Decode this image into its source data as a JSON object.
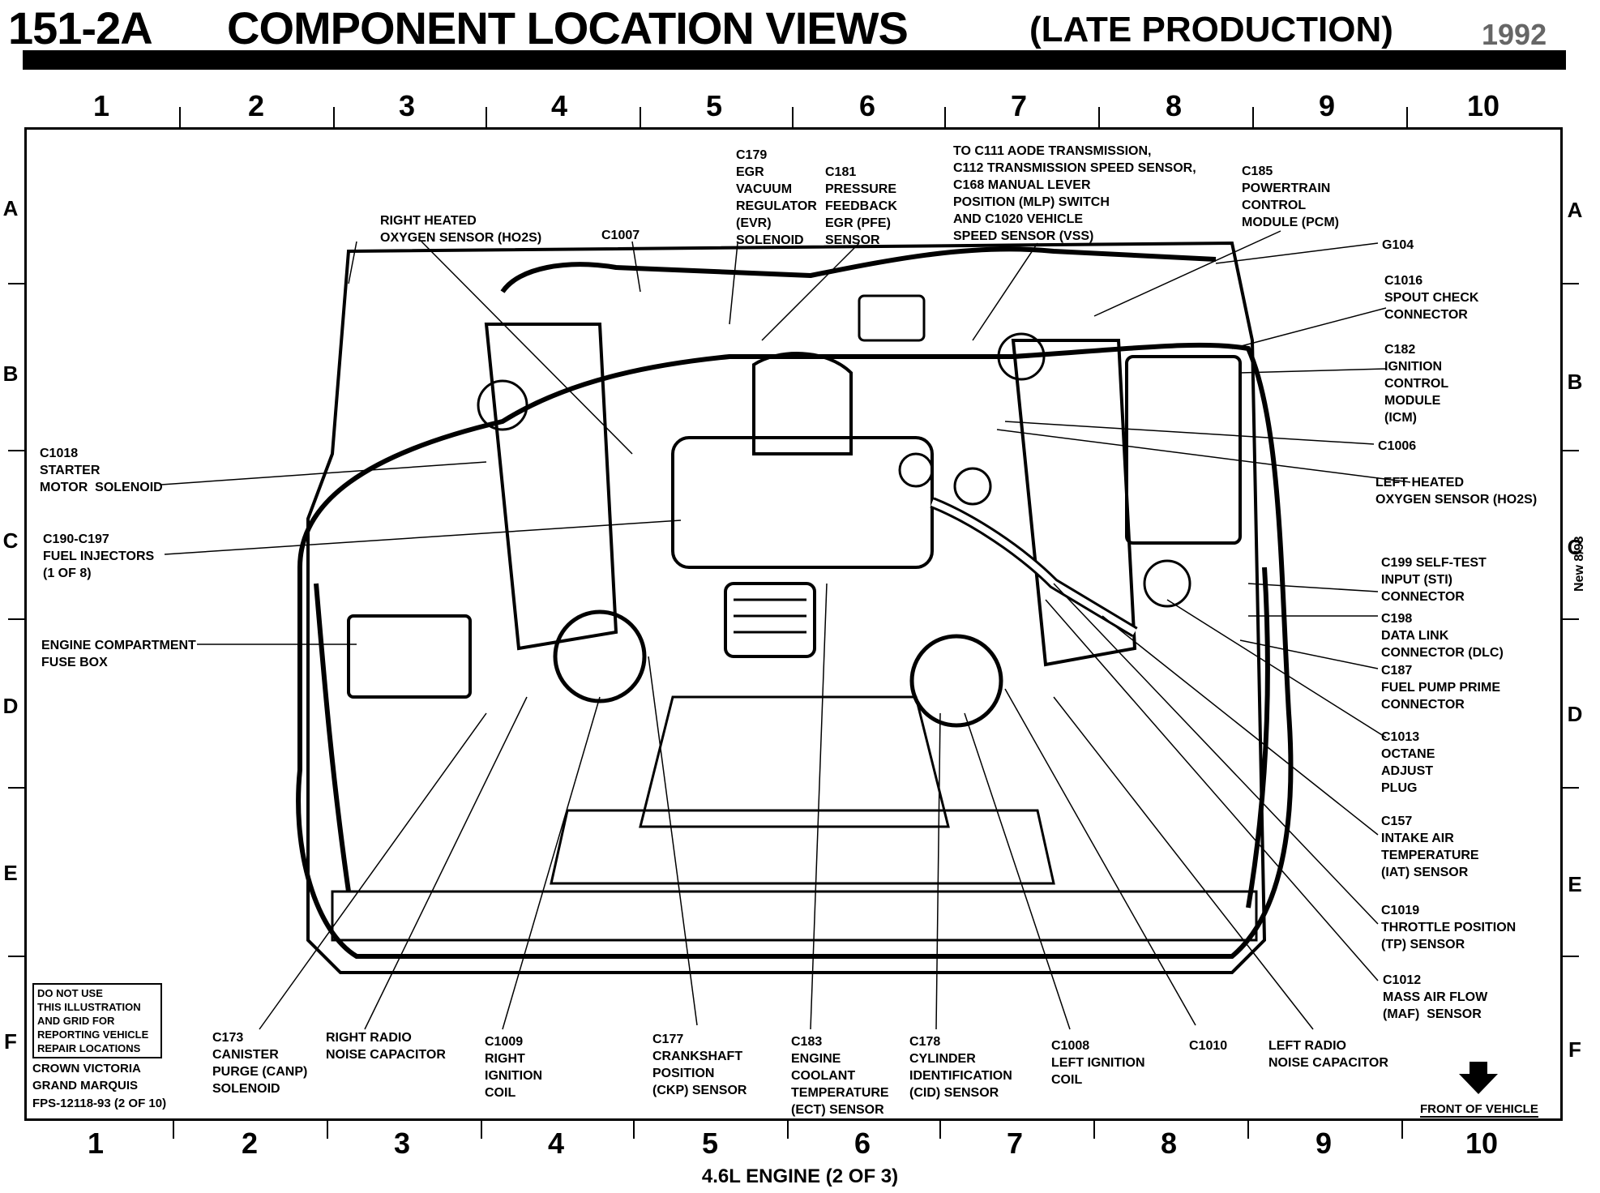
{
  "header": {
    "code": "151-2A",
    "title": "COMPONENT LOCATION VIEWS",
    "subtitle": "(LATE PRODUCTION)",
    "year": "1992"
  },
  "grid": {
    "columns": [
      "1",
      "2",
      "3",
      "4",
      "5",
      "6",
      "7",
      "8",
      "9",
      "10"
    ],
    "rows": [
      "A",
      "B",
      "C",
      "D",
      "E",
      "F"
    ]
  },
  "labels": {
    "c179": "C179\nEGR\nVACUUM\nREGULATOR\n(EVR)\nSOLENOID",
    "c181": "C181\nPRESSURE\nFEEDBACK\nEGR (PFE)\nSENSOR",
    "to_c111": "TO C111 AODE TRANSMISSION,\nC112 TRANSMISSION SPEED SENSOR,\nC168 MANUAL LEVER\nPOSITION (MLP) SWITCH\nAND C1020 VEHICLE\nSPEED SENSOR (VSS)",
    "c185": "C185\nPOWERTRAIN\nCONTROL\nMODULE (PCM)",
    "right_ho2s": "RIGHT HEATED\nOXYGEN SENSOR (HO2S)",
    "c1007": "C1007",
    "g104": "G104",
    "c1016": "C1016\nSPOUT CHECK\nCONNECTOR",
    "c182": "C182\nIGNITION\nCONTROL\nMODULE\n(ICM)",
    "c1006": "C1006",
    "left_ho2s": "LEFT HEATED\nOXYGEN SENSOR (HO2S)",
    "c1018": "C1018\nSTARTER\nMOTOR  SOLENOID",
    "c190": "C190-C197\nFUEL INJECTORS\n(1 OF 8)",
    "fuse_box": "ENGINE COMPARTMENT\nFUSE BOX",
    "c199": "C199 SELF-TEST\nINPUT (STI)\nCONNECTOR",
    "c198": "C198\nDATA LINK\nCONNECTOR (DLC)",
    "c187": "C187\nFUEL PUMP PRIME\nCONNECTOR",
    "c1013": "C1013\nOCTANE\nADJUST\nPLUG",
    "c157": "C157\nINTAKE AIR\nTEMPERATURE\n(IAT) SENSOR",
    "c1019": "C1019\nTHROTTLE POSITION\n(TP) SENSOR",
    "c1012": "C1012\nMASS AIR FLOW\n(MAF)  SENSOR",
    "c173": "C173\nCANISTER\nPURGE (CANP)\nSOLENOID",
    "right_radio": "RIGHT RADIO\nNOISE CAPACITOR",
    "c1009": "C1009\nRIGHT\nIGNITION\nCOIL",
    "c177": "C177\nCRANKSHAFT\nPOSITION\n(CKP) SENSOR",
    "c183": "C183\nENGINE\nCOOLANT\nTEMPERATURE\n(ECT) SENSOR",
    "c178": "C178\nCYLINDER\nIDENTIFICATION\n(CID) SENSOR",
    "c1008": "C1008\nLEFT IGNITION\nCOIL",
    "c1010": "C1010",
    "left_radio": "LEFT RADIO\nNOISE CAPACITOR"
  },
  "note": "DO NOT USE\nTHIS ILLUSTRATION\nAND GRID FOR\nREPORTING VEHICLE\nREPAIR LOCATIONS",
  "vehicle": "CROWN VICTORIA\nGRAND MARQUIS",
  "part_number": "FPS-12118-93 (2 OF 10)",
  "front": "FRONT OF VEHICLE",
  "footer": "4.6L ENGINE (2 OF 3)",
  "revision": "New 8/93"
}
